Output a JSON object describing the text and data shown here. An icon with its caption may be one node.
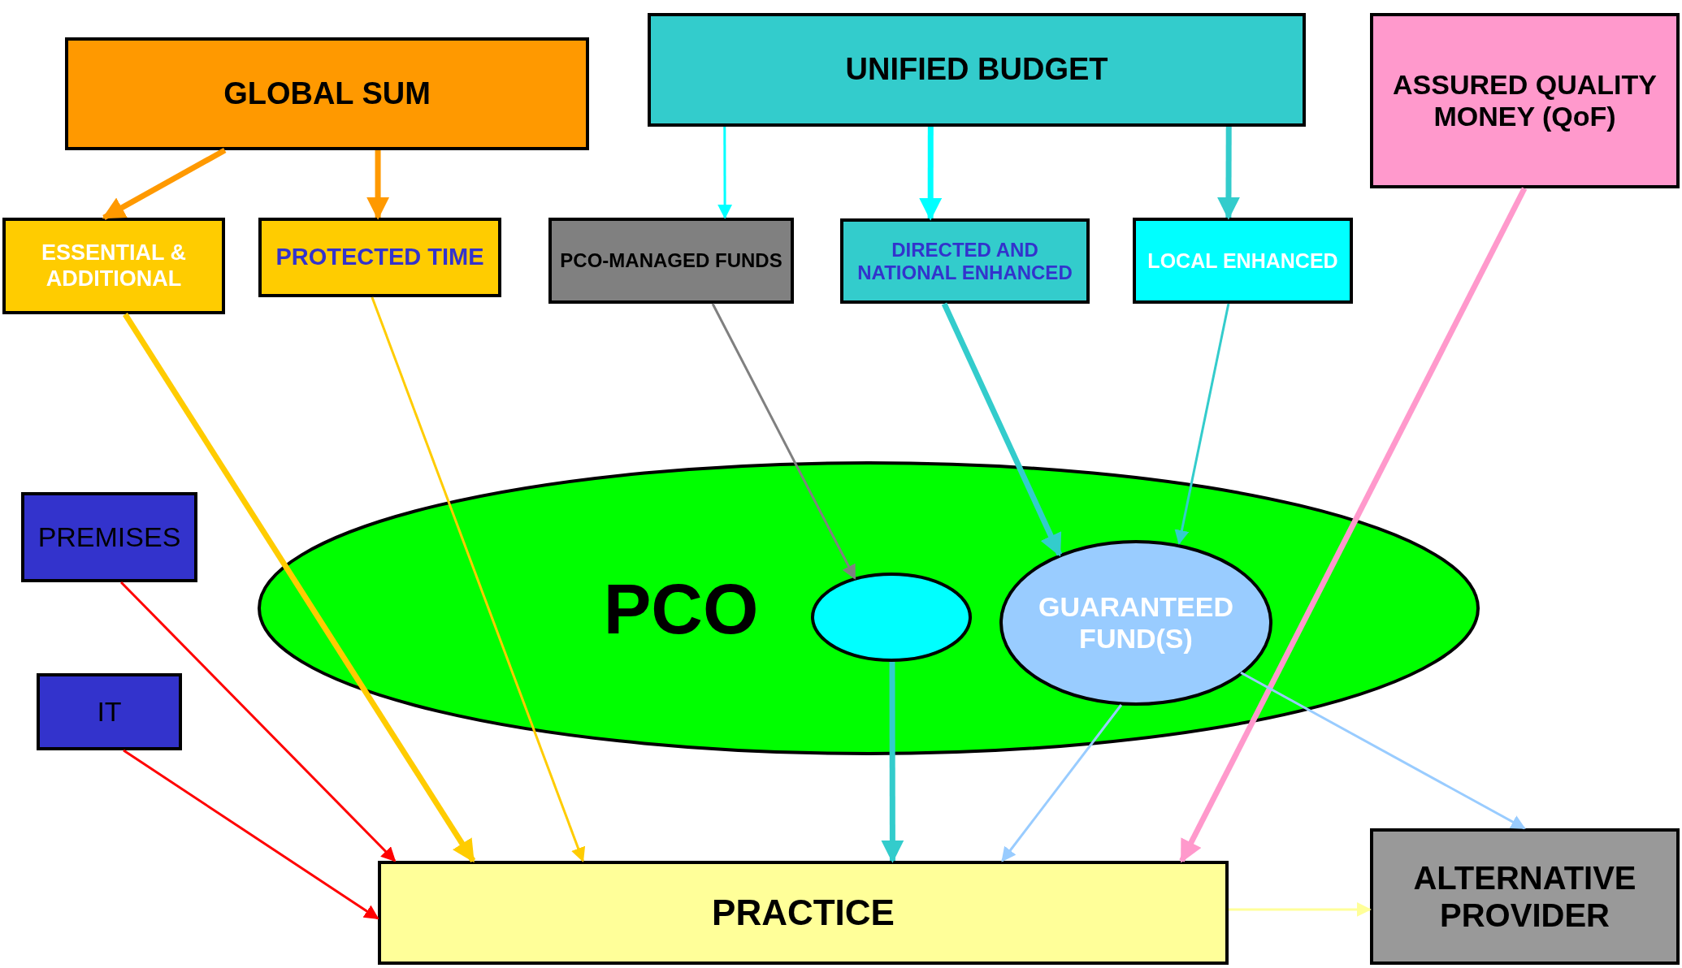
{
  "diagram": {
    "nodes": [
      {
        "text": [
          "GLOBAL SUM"
        ]
      },
      {
        "text": [
          "UNIFIED BUDGET"
        ]
      },
      {
        "text": [
          "ASSURED QUALITY MONEY (QoF)"
        ]
      },
      {
        "text": [
          "ESSENTIAL & ADDITIONAL"
        ]
      },
      {
        "text": [
          "PROTECTED TIME"
        ]
      },
      {
        "text": [
          "PCO-MANAGED FUNDS"
        ]
      },
      {
        "text": [
          "DIRECTED AND NATIONAL ENHANCED"
        ]
      },
      {
        "text": [
          "LOCAL ENHANCED"
        ]
      },
      {
        "text": [
          "PREMISES"
        ]
      },
      {
        "text": [
          "IT"
        ]
      },
      {
        "text": [
          "PCO"
        ]
      },
      {
        "text": [],
        "shape": "circle",
        "in": 10
      },
      {
        "text": [
          "GUARANTEED FUND(S)"
        ],
        "in": 10
      },
      {
        "text": [
          "PRACTICE"
        ]
      },
      {
        "text": [
          "ALTERNATIVE PROVIDER"
        ]
      }
    ],
    "edges": [
      {
        "from": 0,
        "to": 3,
        "arrow": "to",
        "style": "thick",
        "color": "#ff9900"
      },
      {
        "from": 0,
        "to": 4,
        "arrow": "to",
        "style": "thick",
        "color": "#ff9900"
      },
      {
        "from": 1,
        "to": 5,
        "arrow": "to",
        "color": "#00ffff"
      },
      {
        "from": 1,
        "to": 6,
        "arrow": "to",
        "style": "thick",
        "color": "#00ffff"
      },
      {
        "from": 1,
        "to": 7,
        "arrow": "to",
        "style": "thick",
        "color": "#33cccc"
      },
      {
        "from": 2,
        "to": 13,
        "arrow": "to",
        "style": "thick",
        "color": "#ff99cc"
      },
      {
        "from": 3,
        "to": 13,
        "arrow": "to",
        "style": "thick",
        "color": "#ffcc00"
      },
      {
        "from": 4,
        "to": 13,
        "arrow": "to",
        "color": "#ffcc00"
      },
      {
        "from": 5,
        "to": 11,
        "arrow": "to",
        "color": "#808080"
      },
      {
        "from": 6,
        "to": 12,
        "arrow": "to",
        "style": "thick",
        "color": "#33cccc"
      },
      {
        "from": 7,
        "to": 12,
        "arrow": "to",
        "color": "#33cccc"
      },
      {
        "from": 8,
        "to": 13,
        "arrow": "to",
        "color": "#ff0000"
      },
      {
        "from": 9,
        "to": 13,
        "arrow": "to",
        "color": "#ff0000"
      },
      {
        "from": 11,
        "to": 13,
        "arrow": "to",
        "style": "thick",
        "color": "#33cccc"
      },
      {
        "from": 12,
        "to": 13,
        "arrow": "to",
        "color": "#99ccff"
      },
      {
        "from": 12,
        "to": 14,
        "arrow": "to",
        "color": "#99ccff"
      },
      {
        "from": 13,
        "to": 14,
        "arrow": "to",
        "color": "#ffff99"
      }
    ]
  }
}
